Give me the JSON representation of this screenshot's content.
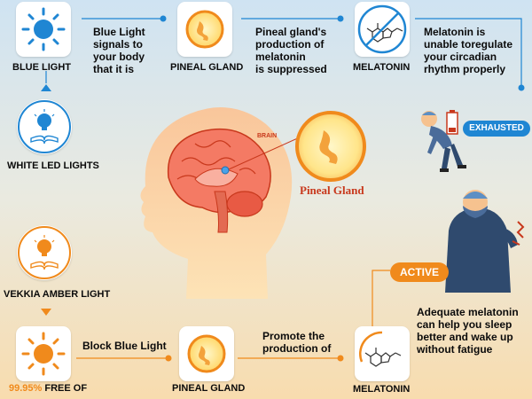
{
  "top_row": {
    "blue_light_label": "BLUE LIGHT",
    "text_1": [
      "Blue Light",
      "signals to",
      "your body",
      "that it is"
    ],
    "pineal_label": "PINEAL GLAND",
    "text_2": [
      "Pineal gland's",
      "production of",
      "melatonin",
      "is suppressed"
    ],
    "melatonin_label": "MELATONIN",
    "text_3": [
      "Melatonin is",
      "unable toregulate",
      "your circadian",
      "rhythm properly"
    ]
  },
  "left_column": {
    "white_led_label": "WHITE LED LIGHTS",
    "amber_label": "VEKKIA AMBER LIGHT"
  },
  "center": {
    "brain_tag": "BRAIN",
    "pineal_caption": "Pineal Gland"
  },
  "right_side": {
    "exhausted_badge": "EXHAUSTED",
    "active_badge": "ACTIVE",
    "adequate_text": [
      "Adequate melatonin",
      "can help you sleep",
      "better and wake up",
      "without fatigue"
    ]
  },
  "bottom_row": {
    "free_percent": "99.95%",
    "free_text": "FREE OF",
    "block_text": "Block Blue Light",
    "pineal_label": "PINEAL GLAND",
    "promote_text": [
      "Promote the",
      "production of"
    ],
    "melatonin_label": "MELATONIN"
  },
  "colors": {
    "blue_accent": "#1f86d3",
    "orange_accent": "#f08a1c",
    "red_text": "#c8381c",
    "top_background": "#cfe3f2",
    "bottom_background": "#f8dcae"
  },
  "icons": [
    "sun-icon",
    "led-bulb-book-icon",
    "amber-bulb-book-icon",
    "pineal-gland-icon",
    "melatonin-molecule-icon",
    "low-battery-icon",
    "head-silhouette",
    "tired-man-figure",
    "active-man-figure"
  ]
}
